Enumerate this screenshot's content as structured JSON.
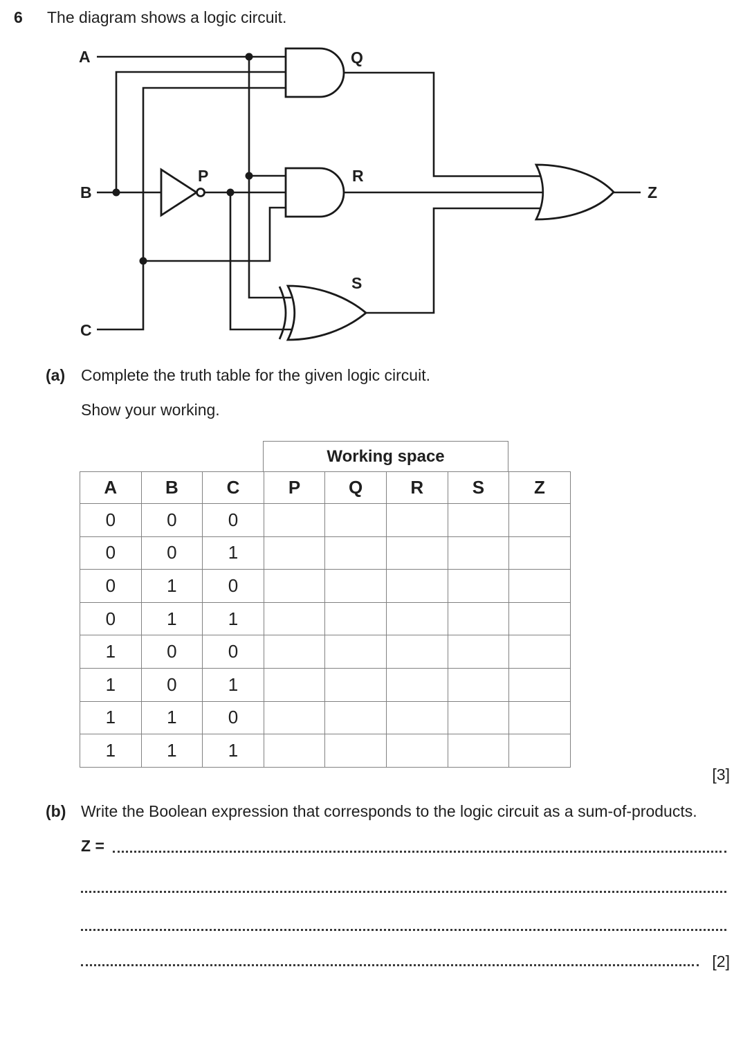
{
  "question": {
    "number": "6",
    "intro": "The diagram shows a logic circuit."
  },
  "circuit": {
    "labels": {
      "a": "A",
      "b": "B",
      "c": "C",
      "p": "P",
      "q": "Q",
      "r": "R",
      "s": "S",
      "z": "Z"
    },
    "gates": [
      {
        "label": "Q",
        "type": "AND",
        "inputs": [
          "A",
          "B",
          "C"
        ]
      },
      {
        "label": "P",
        "type": "NOT",
        "inputs": [
          "B"
        ]
      },
      {
        "label": "R",
        "type": "AND",
        "inputs": [
          "A",
          "P",
          "C"
        ]
      },
      {
        "label": "S",
        "type": "XOR",
        "inputs": [
          "A",
          "P"
        ]
      },
      {
        "label": "Z",
        "type": "OR",
        "inputs": [
          "Q",
          "R",
          "S"
        ]
      }
    ]
  },
  "part_a": {
    "label": "(a)",
    "prompt": "Complete the truth table for the given logic circuit.",
    "instruction": "Show your working.",
    "marks": "[3]"
  },
  "truth_table": {
    "working_space_label": "Working space",
    "headers": [
      "A",
      "B",
      "C",
      "P",
      "Q",
      "R",
      "S",
      "Z"
    ],
    "rows": [
      [
        "0",
        "0",
        "0",
        "",
        "",
        "",
        "",
        ""
      ],
      [
        "0",
        "0",
        "1",
        "",
        "",
        "",
        "",
        ""
      ],
      [
        "0",
        "1",
        "0",
        "",
        "",
        "",
        "",
        ""
      ],
      [
        "0",
        "1",
        "1",
        "",
        "",
        "",
        "",
        ""
      ],
      [
        "1",
        "0",
        "0",
        "",
        "",
        "",
        "",
        ""
      ],
      [
        "1",
        "0",
        "1",
        "",
        "",
        "",
        "",
        ""
      ],
      [
        "1",
        "1",
        "0",
        "",
        "",
        "",
        "",
        ""
      ],
      [
        "1",
        "1",
        "1",
        "",
        "",
        "",
        "",
        ""
      ]
    ]
  },
  "part_b": {
    "label": "(b)",
    "prompt": "Write the Boolean expression that corresponds to the logic circuit as a sum-of-products.",
    "answer_prefix": "Z =",
    "marks": "[2]"
  }
}
